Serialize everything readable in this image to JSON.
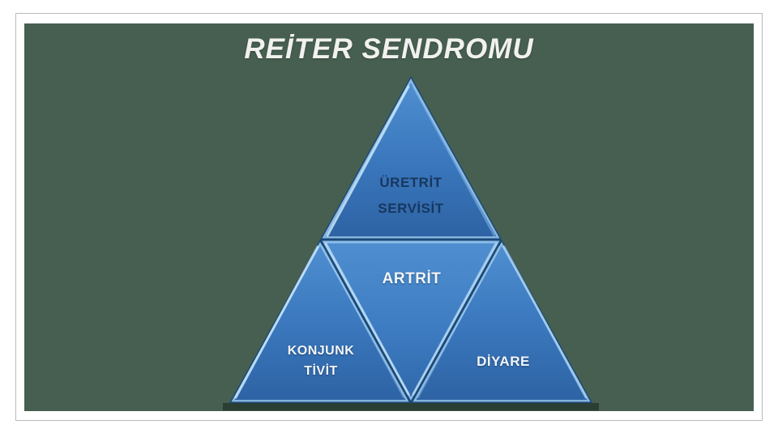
{
  "page": {
    "background_color": "#FFFFFF",
    "frame_border_color": "#B7BBB7"
  },
  "slide": {
    "title": "REİTER SENDROMU",
    "background_color": "#465F50",
    "title_color": "#F1F1EF"
  },
  "pyramid": {
    "type": "segmented-pyramid",
    "colors": {
      "face_top": "#4F8FD0",
      "face_mid": "#3B78BE",
      "face_bottom": "#2D63A4",
      "edge_dark": "#1A4878",
      "edge_highlight": "#9CCAF0",
      "label_dark": "#17375E",
      "label_light": "#F2F5F9"
    },
    "segments": [
      {
        "position": "top",
        "label_lines": [
          "ÜRETRİT",
          "SERVİSİT"
        ]
      },
      {
        "position": "middle-inverted",
        "label_lines": [
          "ARTRİT"
        ]
      },
      {
        "position": "bottom-left",
        "label_lines": [
          "KONJUNK",
          "TİVİT"
        ]
      },
      {
        "position": "bottom-right",
        "label_lines": [
          "DİYARE"
        ]
      }
    ]
  }
}
